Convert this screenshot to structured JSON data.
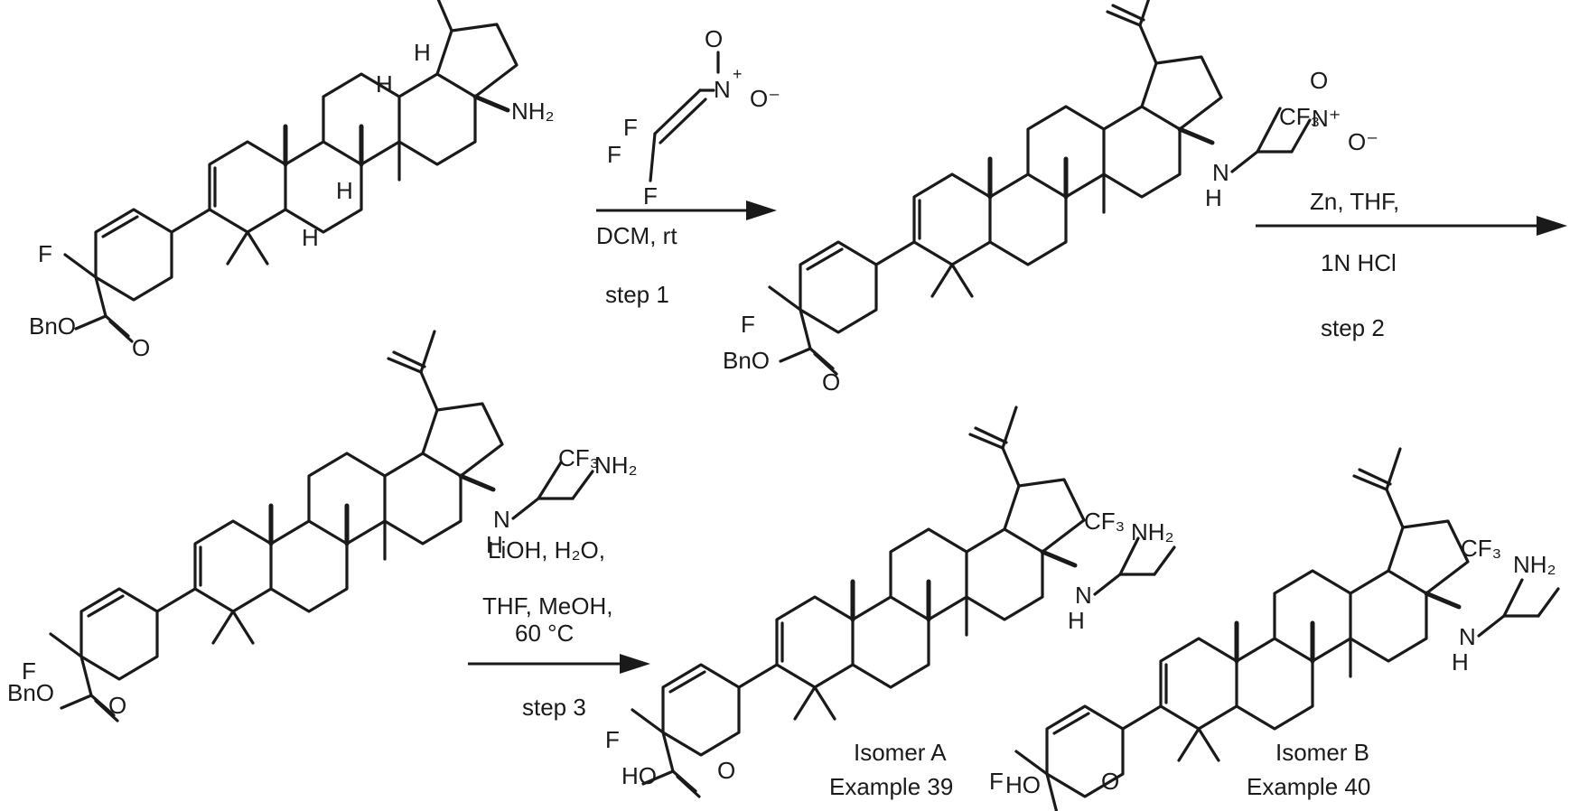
{
  "scheme": {
    "reagent_1": {
      "line1": "DCM, rt",
      "step": "step 1"
    },
    "reagent_2": {
      "line1": "Zn, THF,",
      "line2": "1N HCl",
      "step": "step 2"
    },
    "reagent_3": {
      "line1": "LiOH, H₂O,",
      "line2": "THF, MeOH,",
      "line3": "60 °C",
      "step": "step 3"
    },
    "nitroalkene_label": {
      "n": "N",
      "plus": "+",
      "o_top": "O",
      "o_minus": "O⁻",
      "f1": "F",
      "f2": "F",
      "f3": "F"
    },
    "sm_labels": {
      "nh2": "NH₂",
      "f": "F",
      "bno": "BnO",
      "o": "O",
      "h": "H"
    },
    "int1_labels": {
      "cf3": "CF₃",
      "nitro": "N⁺",
      "o1": "O",
      "o2": "O⁻",
      "nh": "N",
      "h": "H",
      "f": "F",
      "bno": "BnO",
      "o": "O"
    },
    "int2_labels": {
      "cf3": "CF₃",
      "nh2": "NH₂",
      "nh": "N",
      "h": "H",
      "f": "F",
      "bno": "BnO",
      "o": "O"
    },
    "product_a": {
      "name": "Isomer A",
      "example": "Example 39",
      "cf3": "CF₃",
      "nh2": "NH₂",
      "nh": "N",
      "h": "H",
      "f": "F",
      "ho": "HO",
      "o": "O"
    },
    "product_b": {
      "name": "Isomer B",
      "example": "Example 40",
      "cf3": "CF₃",
      "nh2": "NH₂",
      "nh": "N",
      "h": "H",
      "f": "F",
      "ho": "HO",
      "o": "O"
    }
  }
}
